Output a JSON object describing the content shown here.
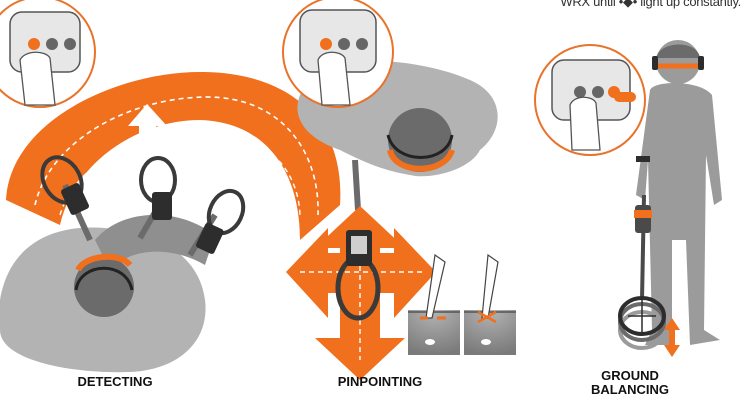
{
  "note": {
    "text": "WRX until  •◆•  light up constantly."
  },
  "panels": [
    {
      "caption": "DETECTING",
      "icon": "arrow-up-icon"
    },
    {
      "caption": "PINPOINTING",
      "icon": "four-way-arrow-icon"
    },
    {
      "caption_lines": [
        "GROUND",
        "BALANCING"
      ],
      "icon": "up-down-arrow-icon"
    }
  ],
  "colors": {
    "accent": "#f0701e",
    "person_light": "#9b9b9b",
    "person_dark": "#6e6e6e",
    "detector_dark": "#2d2d2d",
    "outline": "#e8732a"
  }
}
